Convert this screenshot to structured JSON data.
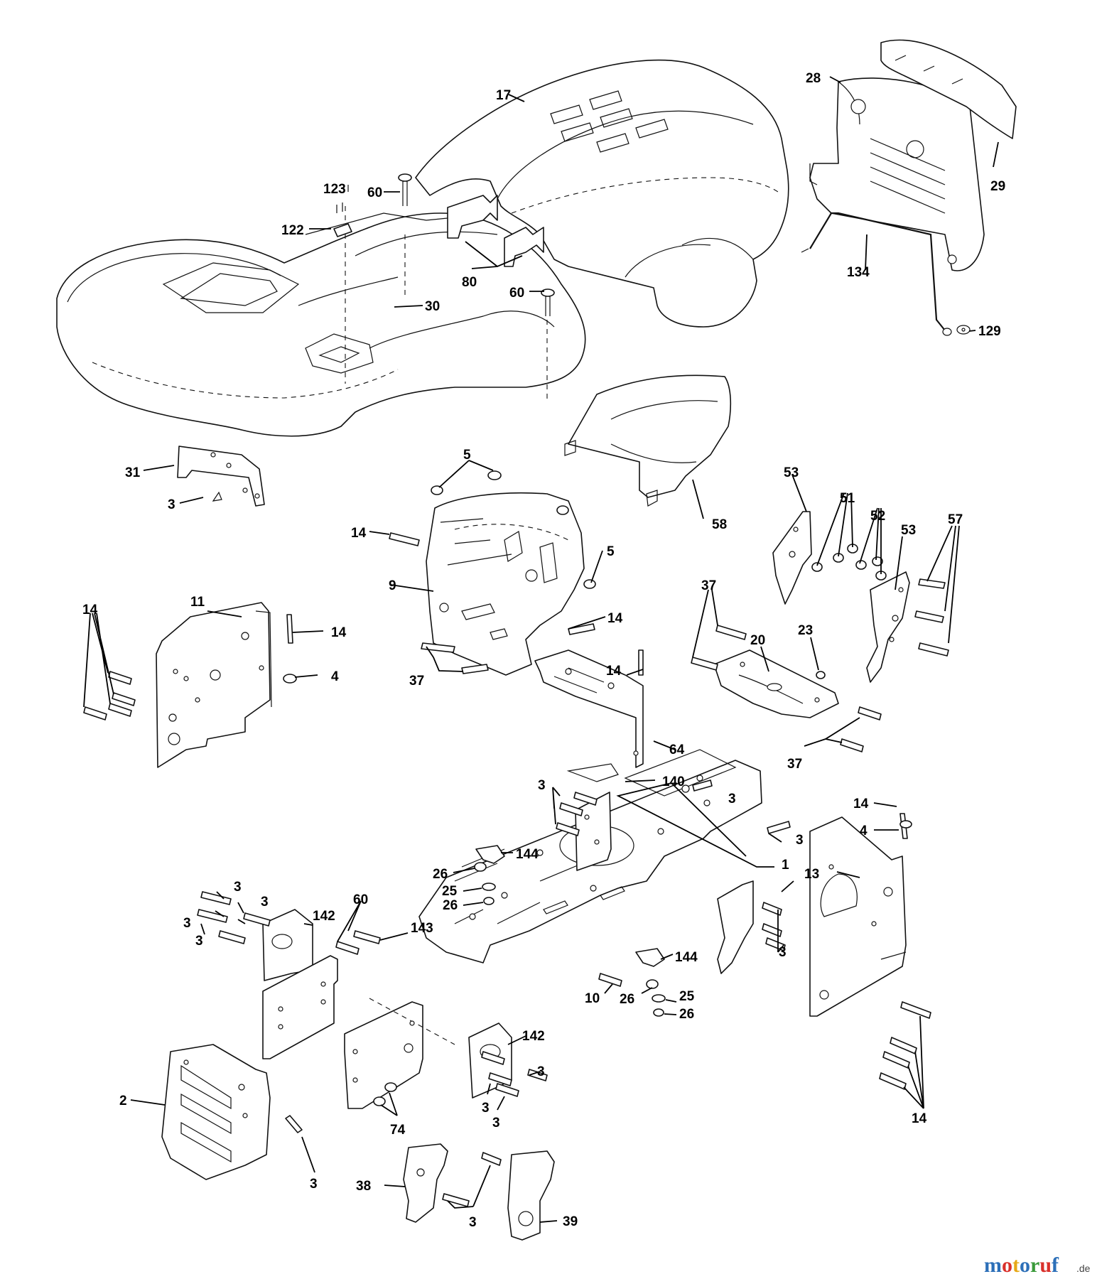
{
  "watermark": {
    "letters": [
      "m",
      "o",
      "t",
      "o",
      "r",
      "u",
      "f"
    ],
    "letter_colors": [
      "#2c6fb8",
      "#d9302b",
      "#e6a817",
      "#2c6fb8",
      "#3a9a3a",
      "#d9302b",
      "#2c6fb8"
    ],
    "suffix": ".de"
  },
  "callouts": [
    "17",
    "28",
    "29",
    "123",
    "60",
    "122",
    "80",
    "60",
    "30",
    "134",
    "129",
    "31",
    "3",
    "5",
    "58",
    "53",
    "51",
    "52",
    "53",
    "57",
    "14",
    "9",
    "5",
    "14",
    "11",
    "14",
    "4",
    "37",
    "20",
    "23",
    "14",
    "14",
    "37",
    "64",
    "37",
    "3",
    "140",
    "3",
    "3",
    "144",
    "1",
    "13",
    "14",
    "4",
    "26",
    "25",
    "26",
    "3",
    "60",
    "3",
    "142",
    "3",
    "143",
    "3",
    "144",
    "10",
    "26",
    "25",
    "26",
    "3",
    "142",
    "2",
    "3",
    "3",
    "3",
    "74",
    "14",
    "3",
    "38",
    "3",
    "39"
  ]
}
